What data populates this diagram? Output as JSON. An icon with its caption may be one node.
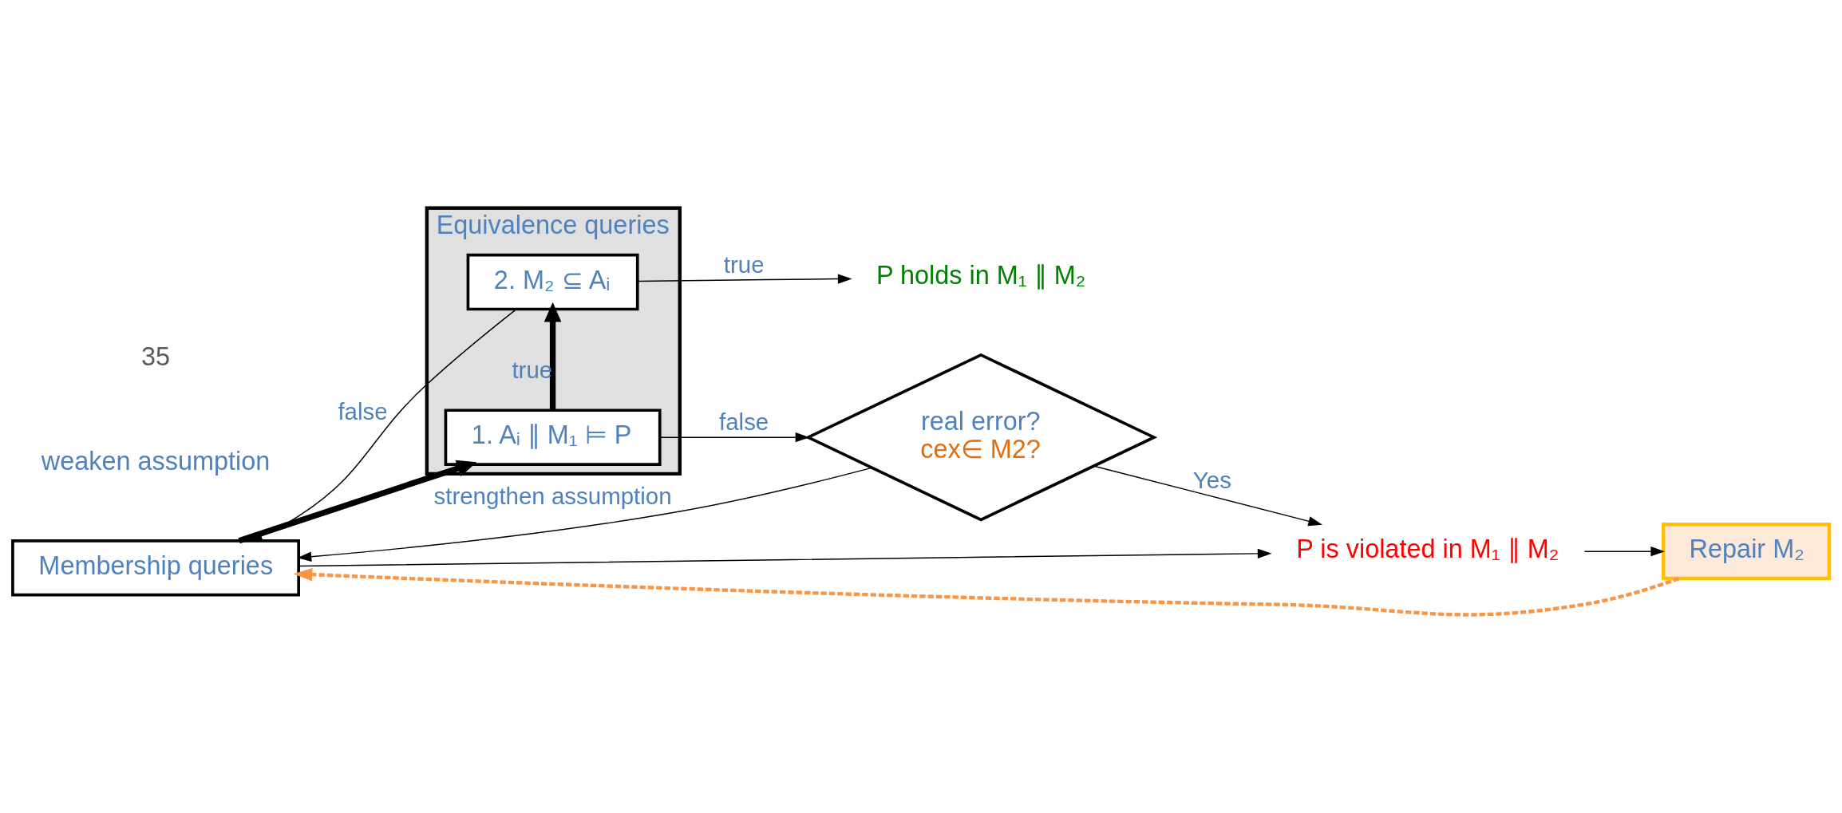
{
  "diagram": {
    "nodes": [
      {
        "text": [
          "Membership queries"
        ]
      },
      {
        "text": [
          "Equivalence queries"
        ]
      },
      {
        "text": [
          "1. Aᵢ ∥ M₁ ⊨ P"
        ],
        "in": 1
      },
      {
        "text": [
          "2. M₂ ⊆ Aᵢ"
        ],
        "in": 1
      },
      {
        "text": [
          "real error?",
          "cex∈ M2?"
        ]
      },
      {
        "text": [
          "P is violated in M₁ ∥ M₂"
        ]
      },
      {
        "text": [
          "Repair M₂"
        ]
      },
      {
        "text": [
          "P holds in M₁ ∥ M₂"
        ]
      }
    ],
    "edges": [
      {
        "from": 0,
        "to": 2,
        "arrow": "to",
        "style": "thick"
      },
      {
        "from": 2,
        "to": 4,
        "arrow": "to",
        "label": "false"
      },
      {
        "from": 2,
        "to": 3,
        "arrow": "to",
        "label": "true",
        "style": "thick"
      },
      {
        "from": 3,
        "to": 7,
        "arrow": "to",
        "label": "true"
      },
      {
        "from": 3,
        "to": 0,
        "arrow": "to",
        "label": "false"
      },
      {
        "from": 4,
        "to": 0,
        "arrow": "to",
        "label": "strengthen assumption"
      },
      {
        "from": 4,
        "to": 5,
        "arrow": "to",
        "label": "Yes"
      },
      {
        "from": 0,
        "to": 5,
        "arrow": "to"
      },
      {
        "from": 5,
        "to": 6,
        "arrow": "to"
      },
      {
        "from": 6,
        "to": 0,
        "arrow": "to",
        "style": "dashed",
        "color": "#f79646"
      }
    ],
    "labels": [
      "weaken assumption",
      "35"
    ]
  }
}
